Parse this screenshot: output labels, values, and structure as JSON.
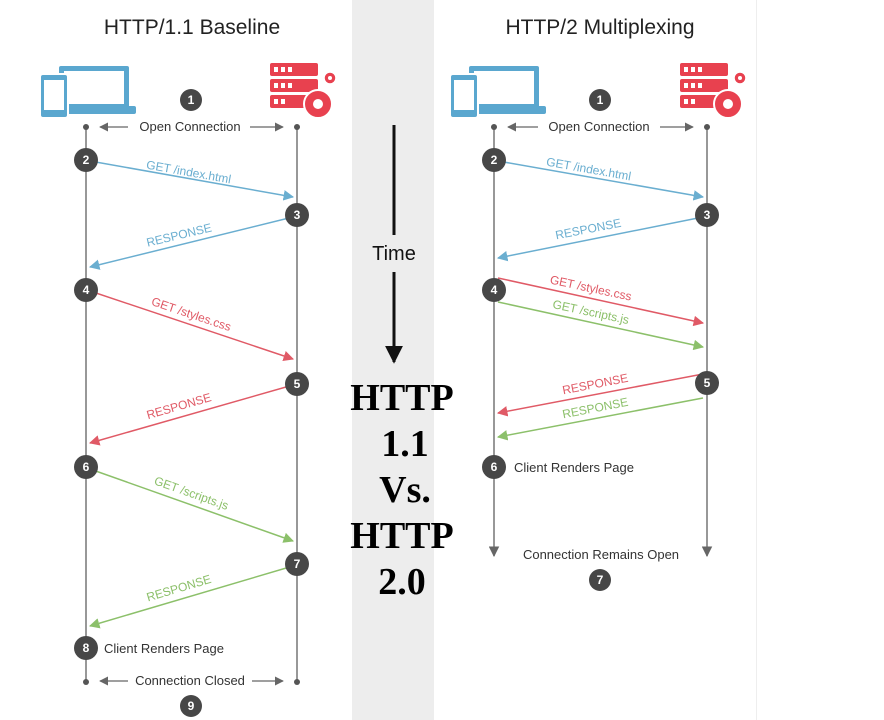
{
  "left": {
    "title": "HTTP/1.1 Baseline",
    "open_connection": "Open Connection",
    "connection_closed": "Connection Closed",
    "client_renders": "Client Renders Page",
    "messages": [
      "GET /index.html",
      "RESPONSE",
      "GET /styles.css",
      "RESPONSE",
      "GET /scripts.js",
      "RESPONSE"
    ],
    "steps": [
      "1",
      "2",
      "3",
      "4",
      "5",
      "6",
      "7",
      "8",
      "9"
    ]
  },
  "right": {
    "title": "HTTP/2 Multiplexing",
    "open_connection": "Open Connection",
    "connection_open": "Connection Remains Open",
    "client_renders": "Client Renders Page",
    "messages": [
      "GET /index.html",
      "RESPONSE",
      "GET /styles.css",
      "GET /scripts.js",
      "RESPONSE",
      "RESPONSE"
    ],
    "steps": [
      "1",
      "2",
      "3",
      "4",
      "5",
      "6",
      "7"
    ]
  },
  "center": {
    "time_label": "Time",
    "big_lines": [
      "HTTP",
      "1.1",
      "Vs.",
      "HTTP",
      "2.0"
    ]
  },
  "colors": {
    "blue": "#6aaed0",
    "red": "#e05a66",
    "green": "#8cc06a",
    "step_circle": "#474747",
    "server": "#e8414f",
    "device": "#5aa7cf",
    "divider": "#ededed"
  }
}
